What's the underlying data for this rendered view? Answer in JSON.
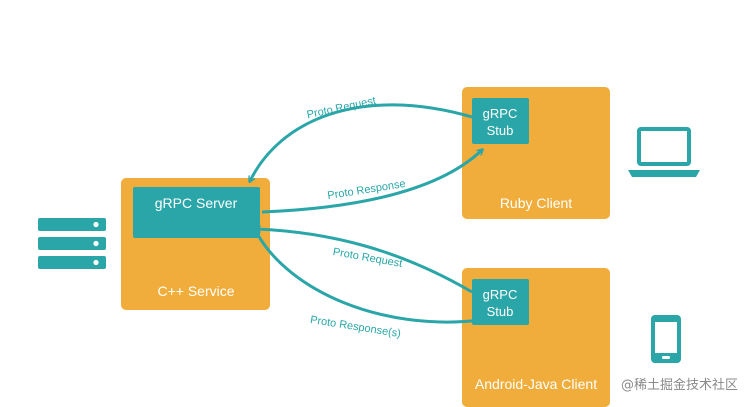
{
  "colors": {
    "box": "#f0ad3b",
    "teal": "#2aa6a9",
    "white": "#ffffff",
    "watermark": "#8a8a8a"
  },
  "cpp_service": {
    "title": "C++ Service",
    "server_label": "gRPC Server"
  },
  "ruby_client": {
    "title": "Ruby Client",
    "stub_line1": "gRPC",
    "stub_line2": "Stub"
  },
  "android_client": {
    "title": "Android-Java Client",
    "stub_line1": "gRPC",
    "stub_line2": "Stub"
  },
  "arrows": {
    "ruby_request": "Proto Request",
    "ruby_response": "Proto Response",
    "android_request": "Proto Request",
    "android_response": "Proto Response(s)"
  },
  "icons": [
    "server-rack-icon",
    "laptop-icon",
    "mobile-phone-icon"
  ],
  "watermark": "@稀土掘金技术社区"
}
